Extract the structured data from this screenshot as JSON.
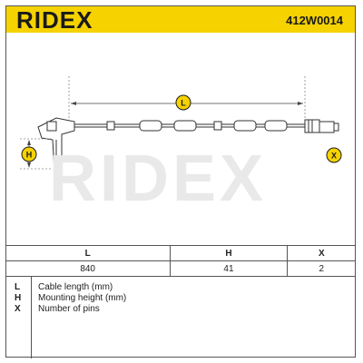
{
  "header": {
    "brand": "RIDEX",
    "part_number": "412W0014"
  },
  "diagram": {
    "labels": {
      "length": "L",
      "height": "H",
      "pins": "X"
    },
    "watermark": "RIDEX"
  },
  "dimensions_table": {
    "headers": [
      "L",
      "H",
      "X"
    ],
    "values": [
      "840",
      "41",
      "2"
    ]
  },
  "legend": [
    {
      "key": "L",
      "text": "Cable length (mm)"
    },
    {
      "key": "H",
      "text": "Mounting height (mm)"
    },
    {
      "key": "X",
      "text": "Number of pins"
    }
  ],
  "colors": {
    "accent": "#f5d200",
    "ink": "#1a1a1a"
  }
}
